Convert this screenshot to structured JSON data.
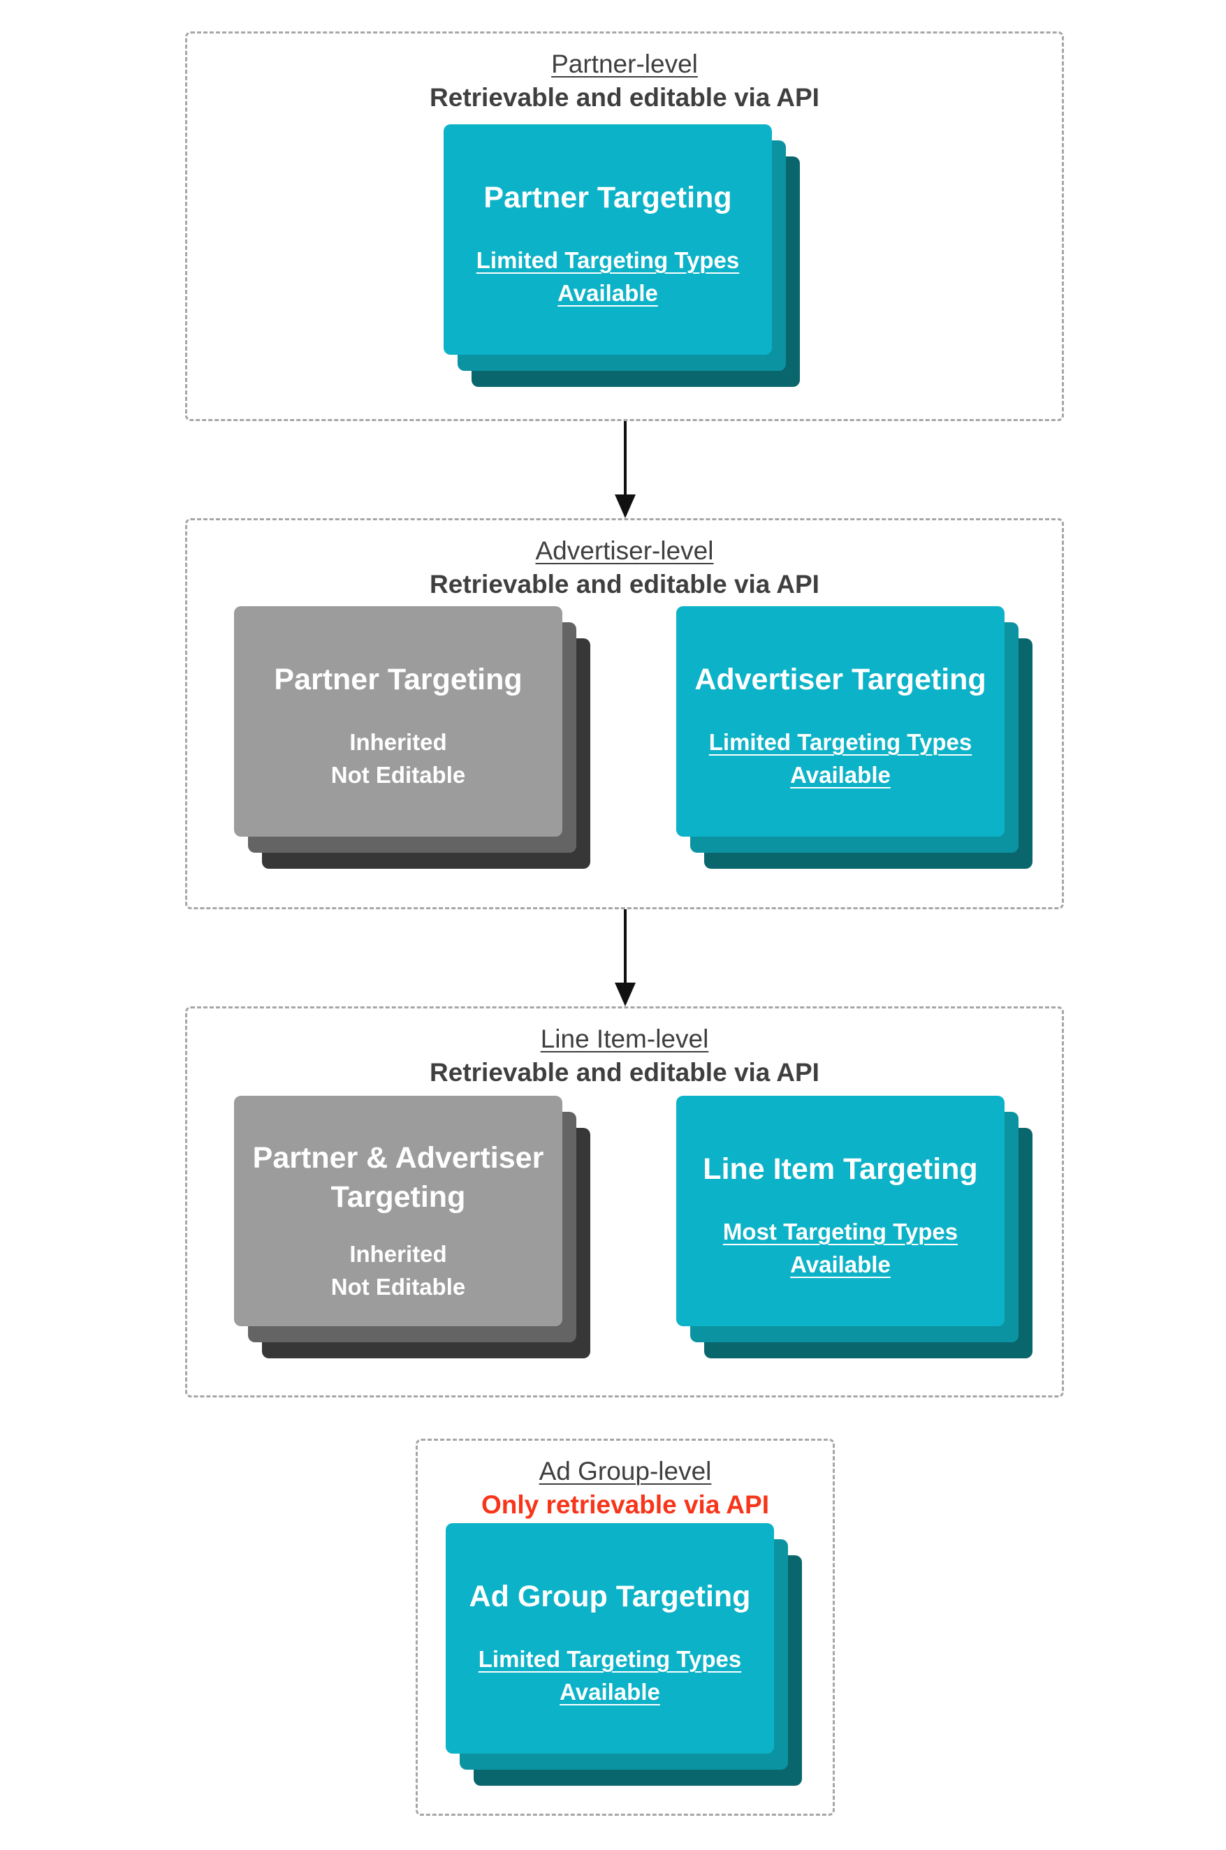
{
  "colors": {
    "cyan": "#0CB2C7",
    "cyan_mid": "#0C93A1",
    "cyan_dark": "#0A666D",
    "gray": "#9C9C9C",
    "gray_mid": "#646464",
    "gray_dark": "#373737",
    "heading": "#3F3F3F",
    "red": "#F6351A",
    "border": "#A6A6A6",
    "arrow": "#111111"
  },
  "sections": [
    {
      "label": "Partner-level",
      "note": "Retrievable and editable via API",
      "cards": [
        {
          "kind": "cyan",
          "title": "Partner Targeting",
          "body1": "Limited Targeting Types",
          "body2": "Available"
        }
      ]
    },
    {
      "label": "Advertiser-level",
      "note": "Retrievable and editable via API",
      "cards": [
        {
          "kind": "gray",
          "title": "Partner Targeting",
          "body1": "Inherited",
          "body2": "Not Editable"
        },
        {
          "kind": "cyan",
          "title": "Advertiser Targeting",
          "body1": "Limited Targeting Types",
          "body2": "Available"
        }
      ]
    },
    {
      "label": "Line Item-level",
      "note": "Retrievable and editable via API",
      "cards": [
        {
          "kind": "gray",
          "title": "Partner & Advertiser",
          "title2": "Targeting",
          "body1": "Inherited",
          "body2": "Not Editable"
        },
        {
          "kind": "cyan",
          "title": "Line Item Targeting",
          "body1": "Most Targeting Types",
          "body2": "Available"
        }
      ]
    },
    {
      "label": "Ad Group-level",
      "note": "Only retrievable via API",
      "cards": [
        {
          "kind": "cyan",
          "title": "Ad Group Targeting",
          "body1": "Limited Targeting Types",
          "body2": "Available"
        }
      ]
    }
  ]
}
